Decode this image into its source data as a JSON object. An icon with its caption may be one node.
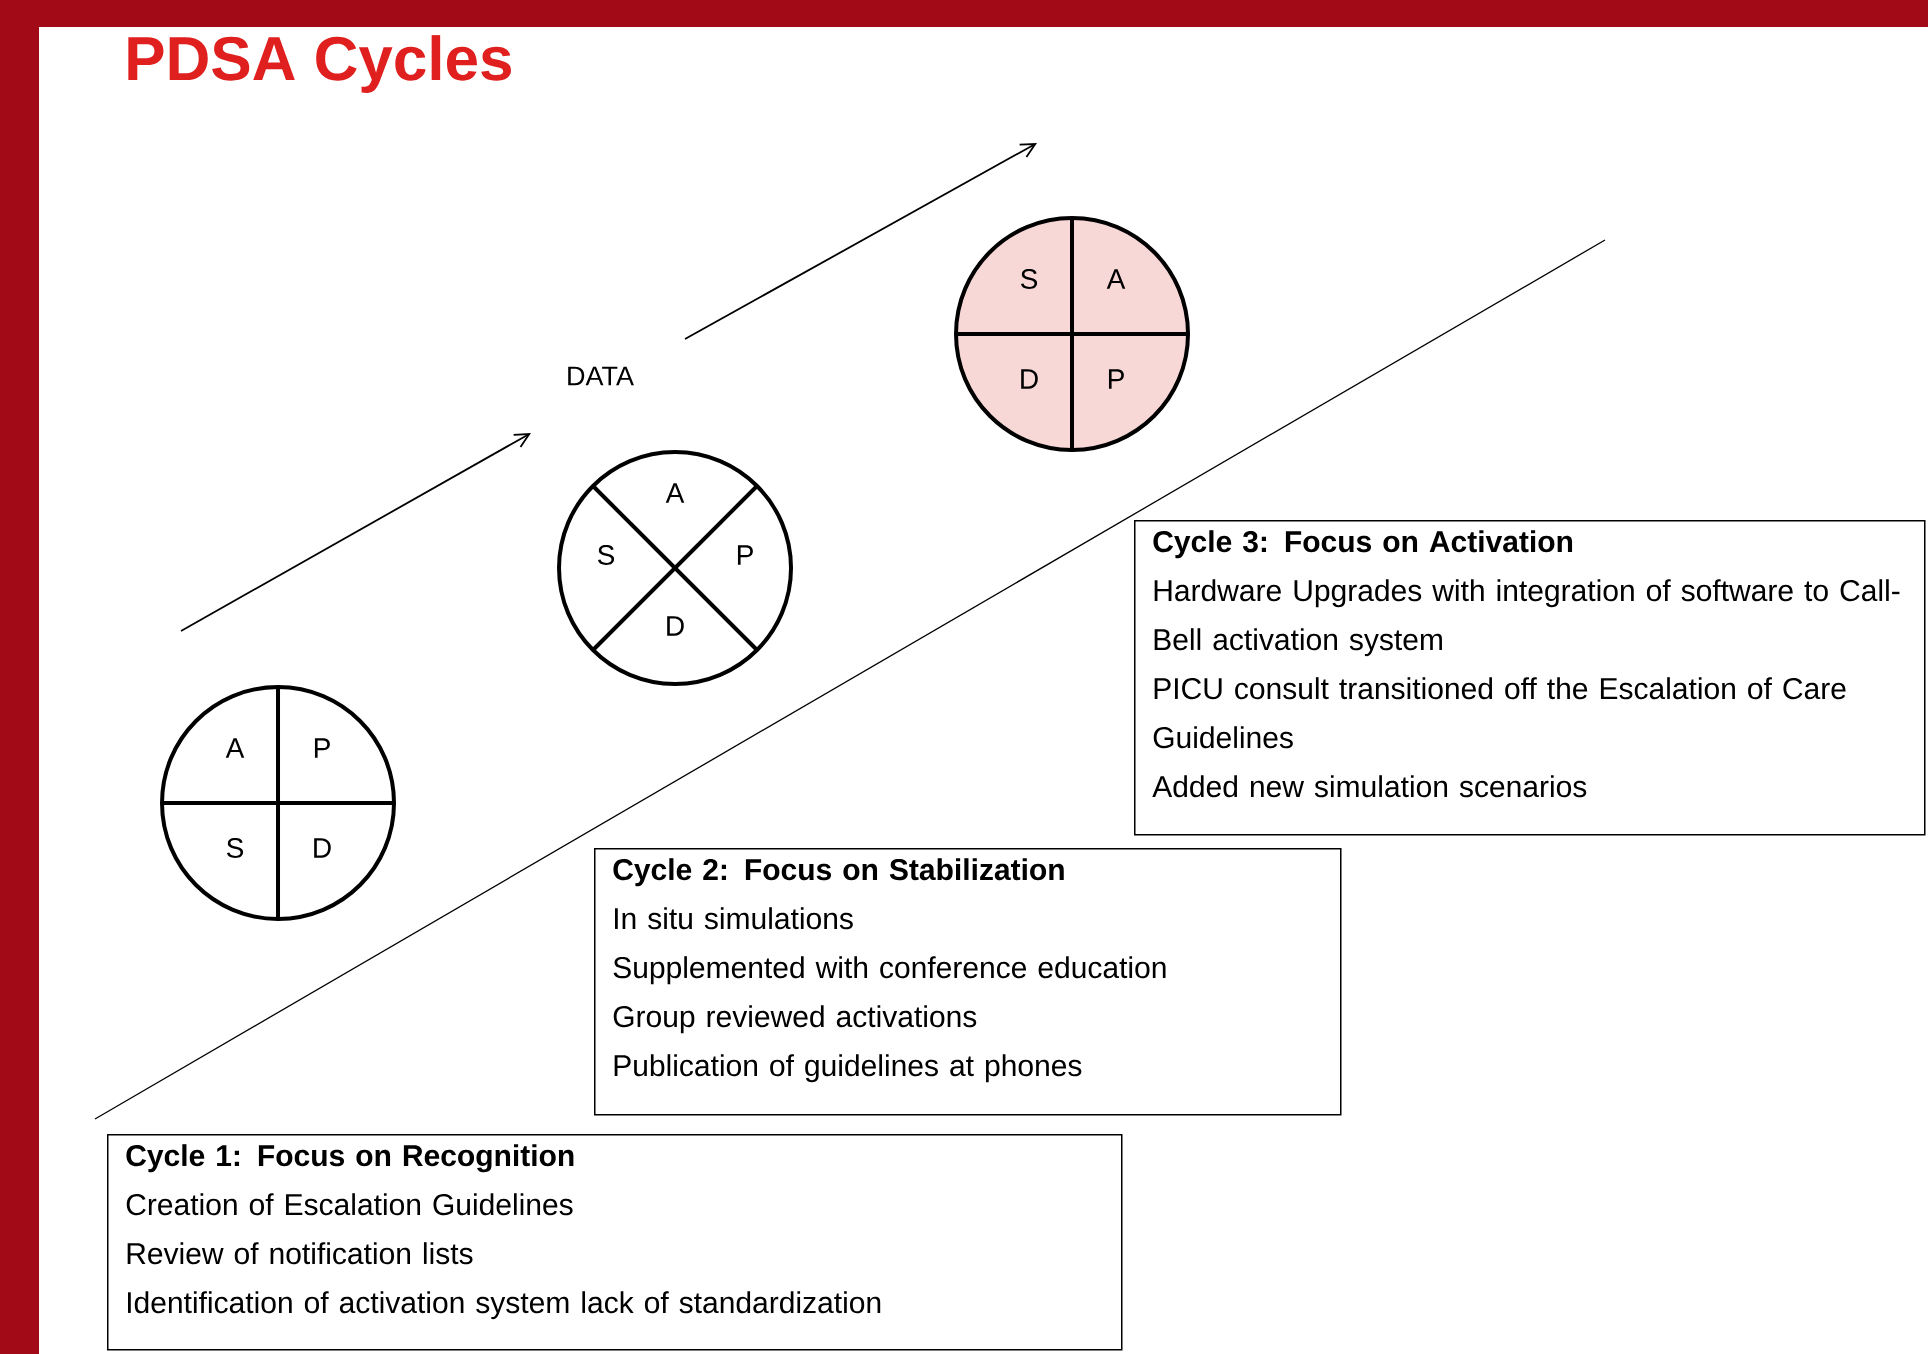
{
  "diagram": {
    "title": "PDSA Cycles",
    "nodes": [
      {
        "text": [
          "A",
          "P",
          "S",
          "D"
        ]
      },
      {
        "text": [
          "A",
          "S",
          "P",
          "D"
        ]
      },
      {
        "text": [
          "S",
          "A",
          "D",
          "P"
        ]
      },
      {
        "text": [
          "Cycle 3: Focus on Activation",
          "Hardware Upgrades with integration of software to Call-Bell activation system",
          "PICU consult transitioned off the Escalation of Care Guidelines",
          "Added new simulation scenarios"
        ]
      },
      {
        "text": [
          "Cycle 2: Focus on Stabilization",
          "In situ simulations",
          "Supplemented with conference education",
          "Group reviewed activations",
          "Publication of guidelines at phones"
        ]
      },
      {
        "text": [
          "Cycle 1: Focus on Recognition",
          "Creation of Escalation Guidelines",
          "Review of notification lists",
          "Identification of activation system lack of standardization"
        ]
      }
    ],
    "labels": [
      "DATA"
    ]
  }
}
